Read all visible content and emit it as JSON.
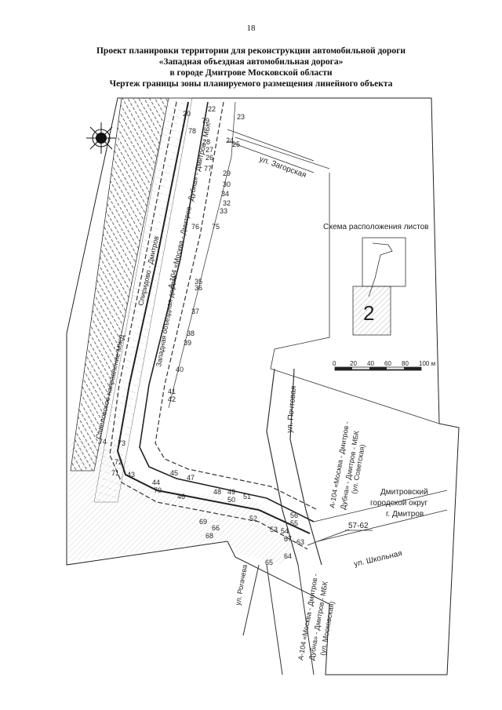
{
  "page": {
    "number": "18"
  },
  "title": {
    "line1": "Проект планировки территории для реконструкции автомобильной дороги",
    "line2": "«Западная объездная автомобильная дорога»",
    "line3": "в городе Дмитрове Московской области",
    "line4": "Чертеж границы зоны планируемого размещения линейного объекта"
  },
  "streets": {
    "zagorskaya": "ул. Загорская",
    "pochtovaya": "ул. Почтовая",
    "shkolnaya": "ул. Школьная",
    "rogacheva": "ул. Рогачева",
    "a104_left": "А-104 «Москва - Дмитров - Дубна» - Дмитров - МБК",
    "a104_sovetskaya_1": "А-104 «Москва - Дмитров -",
    "a104_sovetskaya_2": "Дубна» - Дмитров - МБК",
    "a104_sovetskaya_3": "(ул. Советская)",
    "a104_moskovskaya_1": "А-104 «Москва - Дмитров -",
    "a104_moskovskaya_2": "Дубна» - Дмитров - МБК",
    "a104_moskovskaya_3": "(ул. Московская)",
    "zapadnaya_obezdnaya": "Западная объездная дорога",
    "mzhd_1": "Савеловское направление МЖД",
    "mzhd_2": "Спиридово -  Дмитров"
  },
  "district": {
    "line1": "Дмитровский",
    "line2": "городской округ",
    "line3": "г. Дмитров"
  },
  "point_range": "57-62",
  "points": [
    "22",
    "20",
    "79",
    "23",
    "28",
    "27",
    "26",
    "25",
    "24",
    "77",
    "29",
    "30",
    "34",
    "32",
    "33",
    "75",
    "76",
    "35",
    "36",
    "37",
    "38",
    "39",
    "40",
    "41",
    "42",
    "43",
    "44",
    "45",
    "46",
    "47",
    "48",
    "49",
    "50",
    "51",
    "52",
    "53",
    "54",
    "55",
    "56",
    "63",
    "64",
    "65",
    "66",
    "67",
    "68",
    "69",
    "70",
    "71",
    "72",
    "73",
    "74",
    "78"
  ],
  "inset": {
    "title": "Схема расположения листов",
    "sheet_number": "2"
  },
  "scale_bar": {
    "ticks": [
      "0",
      "20",
      "40",
      "60",
      "80",
      "100 м"
    ]
  },
  "colors": {
    "line": "#222222",
    "hatch": "#555555",
    "paper": "#ffffff"
  }
}
